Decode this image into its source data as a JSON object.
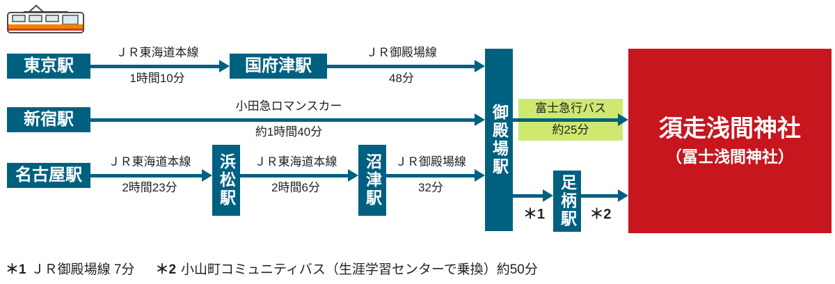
{
  "colors": {
    "teal": "#006080",
    "red": "#c7161e",
    "green": "#cde96f"
  },
  "stations": {
    "tokyo": "東京駅",
    "shinjuku": "新宿駅",
    "nagoya": "名古屋駅",
    "kozu": "国府津駅",
    "hamamatsu": "浜松駅",
    "numazu": "沼津駅",
    "gotemba": "御殿場駅",
    "ashigara": "足柄駅"
  },
  "destination": {
    "line1": "須走浅間神社",
    "line2": "（冨士浅間神社）"
  },
  "segments": {
    "tokyo_kozu": {
      "line": "ＪＲ東海道本線",
      "time": "1時間10分"
    },
    "kozu_gotemba": {
      "line": "ＪＲ御殿場線",
      "time": "48分"
    },
    "shinjuku_gotemba": {
      "line": "小田急ロマンスカー",
      "time": "約1時間40分"
    },
    "nagoya_hamamatsu": {
      "line": "ＪＲ東海道本線",
      "time": "2時間23分"
    },
    "hamamatsu_numazu": {
      "line": "ＪＲ東海道本線",
      "time": "2時間6分"
    },
    "numazu_gotemba": {
      "line": "ＪＲ御殿場線",
      "time": "32分"
    },
    "bus": {
      "line": "富士急行バス",
      "time": "約25分"
    },
    "gotemba_ashigara_marker": "＊1",
    "ashigara_shrine_marker": "＊2"
  },
  "footnotes": [
    {
      "marker": "＊1",
      "text": "ＪＲ御殿場線 7分"
    },
    {
      "marker": "＊2",
      "text": "小山町コミュニティバス（生涯学習センターで乗換）約50分"
    }
  ]
}
